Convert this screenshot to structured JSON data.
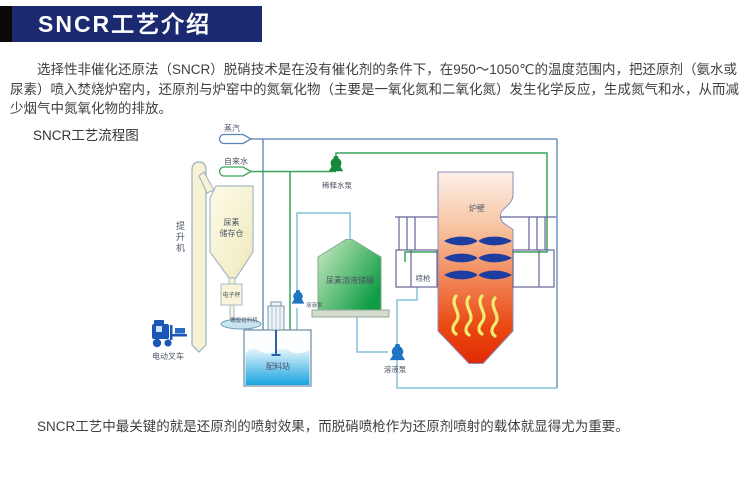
{
  "header": {
    "title": "SNCR工艺介绍"
  },
  "intro": {
    "text": "选择性非催化还原法（SNCR）脱硝技术是在没有催化剂的条件下，在950～1050℃的温度范围内，把还原剂（氨水或尿素）喷入焚烧炉窑内，还原剂与炉窑中的氮氧化物（主要是一氧化氮和二氧化氮）发生化学反应，生成氮气和水，从而减少烟气中氮氧化物的排放。"
  },
  "diagram": {
    "caption": "SNCR工艺流程图",
    "labels": {
      "steam": "蒸汽",
      "tap_water": "自来水",
      "dilution_water_pump": "稀释水泵",
      "elevator": "提升机",
      "urea_silo_line1": "尿素",
      "urea_silo_line2": "储存仓",
      "electronic_scale": "电子秤",
      "screw_feeder": "螺旋给料机",
      "electric_forklift": "电动叉车",
      "batching_station": "配料站",
      "solution_pump_1": "溶液泵",
      "urea_solution_tank": "尿素溶液储罐",
      "solution_pump_2": "溶液泵",
      "furnace_wall": "炉壁",
      "spray_gun": "喷枪"
    },
    "colors": {
      "header_bar": "#1b2a70",
      "steam_pipe": "#7191bd",
      "water_pipe": "#3aa35a",
      "solution_pipe": "#85c0de",
      "manifold_pipe": "#63639b",
      "spray_blue": "#1d3da0",
      "flame_yellow": "#f0ec72",
      "furnace_hot": "#e32804",
      "pump_green": "#168a3a",
      "pump_blue": "#1f74c4"
    }
  },
  "footer": {
    "text": "SNCR工艺中最关键的就是还原剂的喷射效果，而脱硝喷枪作为还原剂喷射的载体就显得尤为重要。"
  }
}
